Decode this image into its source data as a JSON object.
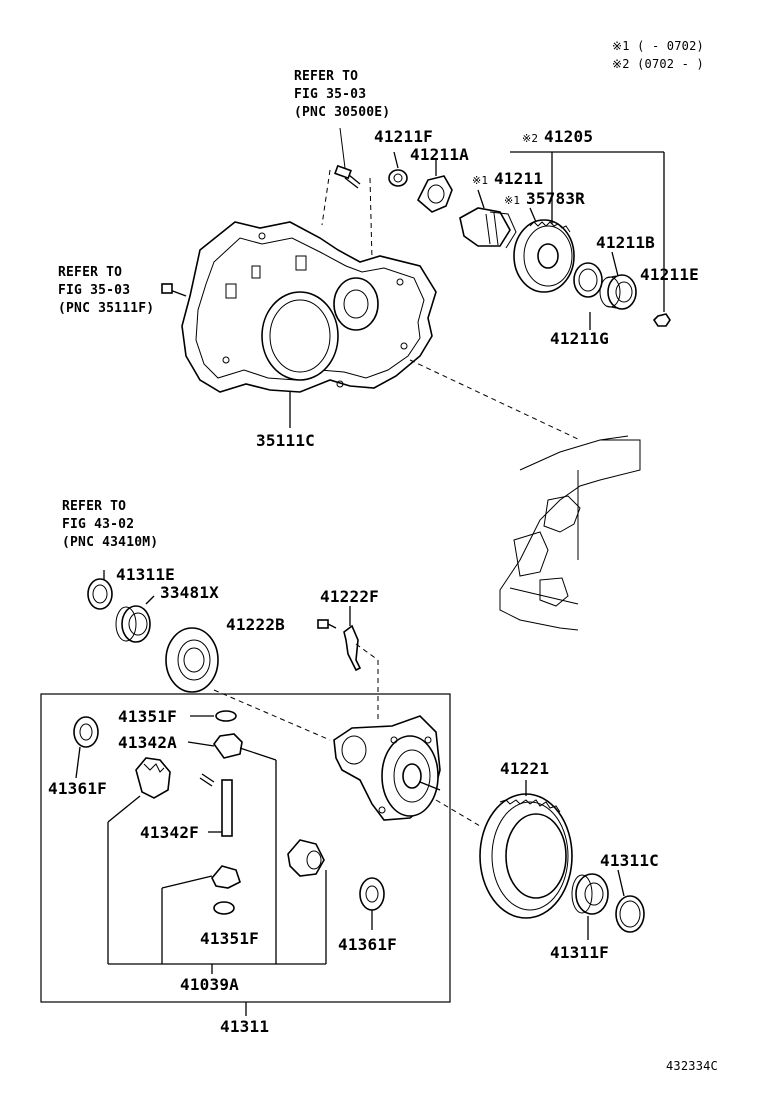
{
  "notes": {
    "note1": "※1 (      - 0702)",
    "note2": "※2 (0702 -      )"
  },
  "refer1": {
    "line1": "REFER TO",
    "line2": "FIG 35-03",
    "line3": "(PNC 30500E)"
  },
  "refer2": {
    "line1": "REFER TO",
    "line2": "FIG 35-03",
    "line3": "(PNC 35111F)"
  },
  "refer3": {
    "line1": "REFER TO",
    "line2": "FIG 43-02",
    "line3": "(PNC 43410M)"
  },
  "parts": {
    "p41211F": "41211F",
    "p41211A": "41211A",
    "p41211": "41211",
    "p41211_mark": "※1",
    "p41205": "41205",
    "p41205_mark": "※2",
    "p35783R": "35783R",
    "p35783R_mark": "※1",
    "p41211B": "41211B",
    "p41211E": "41211E",
    "p41211G": "41211G",
    "p35111C": "35111C",
    "p41311E": "41311E",
    "p33481X": "33481X",
    "p41222F": "41222F",
    "p41222B": "41222B",
    "p41351F_top": "41351F",
    "p41342A": "41342A",
    "p41361F_left": "41361F",
    "p41342F": "41342F",
    "p41351F_bottom": "41351F",
    "p41361F_right": "41361F",
    "p41221": "41221",
    "p41311C": "41311C",
    "p41311F": "41311F",
    "p41039A": "41039A",
    "p41311": "41311"
  },
  "figure_id": "432334C"
}
